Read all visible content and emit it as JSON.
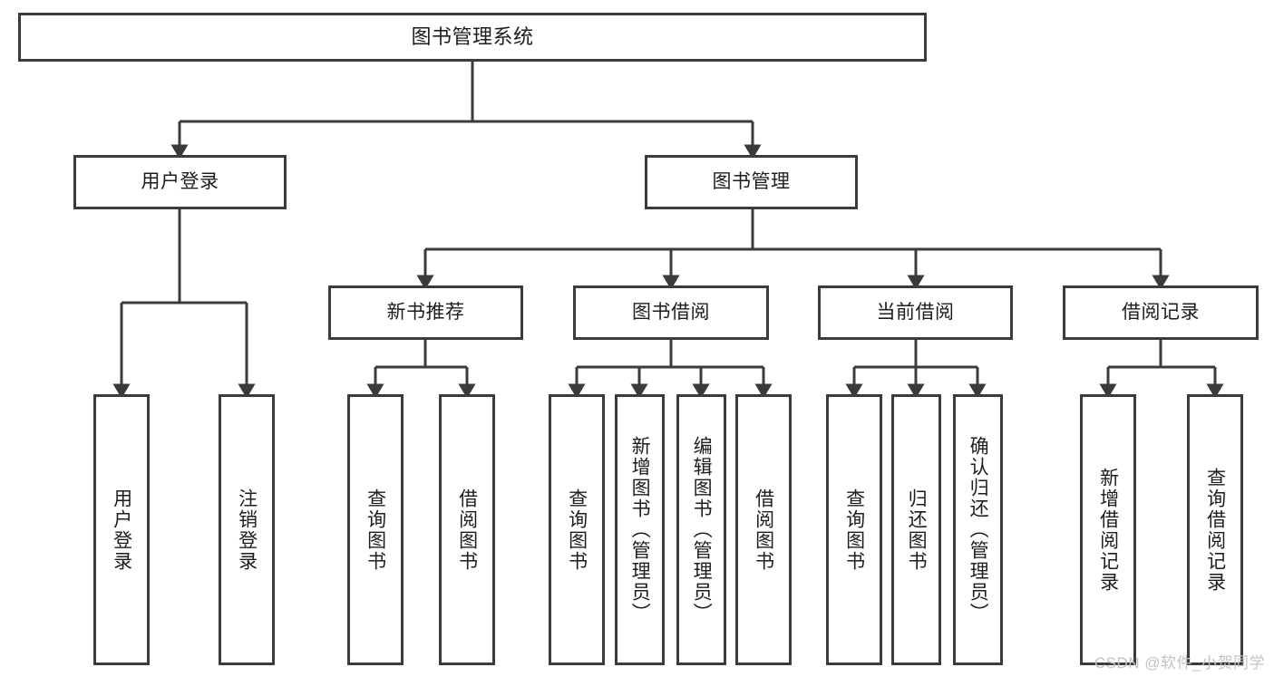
{
  "diagram": {
    "title": "图书管理系统",
    "type": "tree-structure-chart",
    "root": {
      "label": "图书管理系统"
    },
    "level2": [
      {
        "label": "用户登录"
      },
      {
        "label": "图书管理"
      }
    ],
    "level3": [
      {
        "label": "新书推荐"
      },
      {
        "label": "图书借阅"
      },
      {
        "label": "当前借阅"
      },
      {
        "label": "借阅记录"
      }
    ],
    "leaves_user_login": [
      {
        "label": "用户登录"
      },
      {
        "label": "注销登录"
      }
    ],
    "leaves_new_book": [
      {
        "label": "查询图书"
      },
      {
        "label": "借阅图书"
      }
    ],
    "leaves_borrow": [
      {
        "label": "查询图书"
      },
      {
        "label": "新增图书（管理员）"
      },
      {
        "label": "编辑图书（管理员）"
      },
      {
        "label": "借阅图书"
      }
    ],
    "leaves_current": [
      {
        "label": "查询图书"
      },
      {
        "label": "归还图书"
      },
      {
        "label": "确认归还（管理员）"
      }
    ],
    "leaves_records": [
      {
        "label": "新增借阅记录"
      },
      {
        "label": "查询借阅记录"
      }
    ]
  },
  "watermark": {
    "text": "CSDN @软件_小贺同学"
  },
  "colors": {
    "border": "#3b3b3b",
    "text": "#1d1d1d",
    "background": "#ffffff",
    "watermark": "#c2c2c2"
  }
}
